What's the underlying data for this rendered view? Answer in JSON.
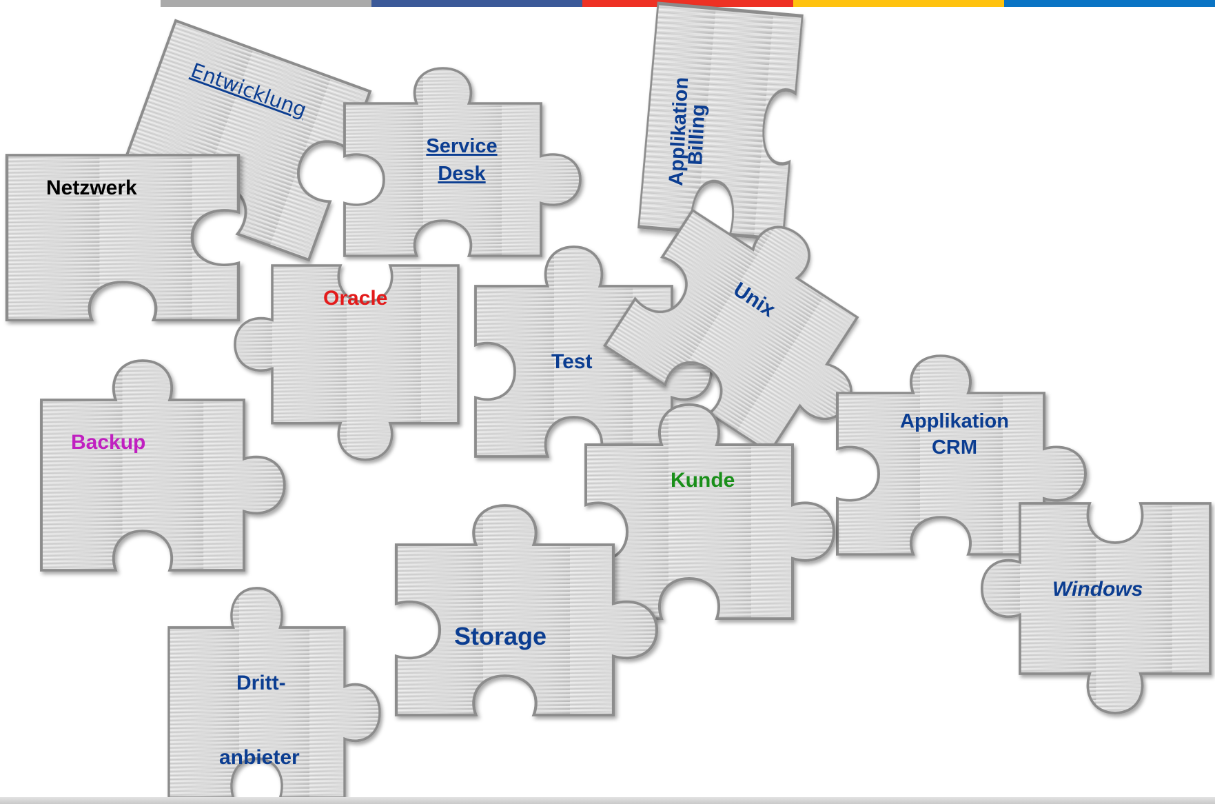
{
  "top_bar": {
    "colors": [
      "#aaaaaa",
      "#3b5998",
      "#ee3124",
      "#ffc20e",
      "#0a74c4"
    ]
  },
  "pieces": {
    "entwicklung": {
      "label": "Entwicklung",
      "color": "#0b3d91"
    },
    "netzwerk": {
      "label": "Netzwerk",
      "color": "#000000"
    },
    "service_desk": {
      "line1": "Service",
      "line2": "Desk",
      "color": "#0b3d91"
    },
    "applikation_billing": {
      "line1": "Applikation",
      "line2": "Billing",
      "color": "#0b3d91"
    },
    "oracle": {
      "label": "Oracle",
      "color": "#e31b1b"
    },
    "unix": {
      "label": "Unix",
      "color": "#0b3d91"
    },
    "test": {
      "label": "Test",
      "color": "#0b3d91"
    },
    "backup": {
      "label": "Backup",
      "color": "#c020c0"
    },
    "kunde": {
      "label": "Kunde",
      "color": "#1a8f1a"
    },
    "applikation_crm": {
      "line1": "Applikation",
      "line2": "CRM",
      "color": "#0b3d91"
    },
    "windows": {
      "label": "Windows",
      "color": "#0b3d91"
    },
    "storage": {
      "label": "Storage",
      "color": "#0b3d91"
    },
    "drittanbieter": {
      "line1": "Dritt-",
      "line2": "anbieter",
      "color": "#0b3d91"
    }
  }
}
